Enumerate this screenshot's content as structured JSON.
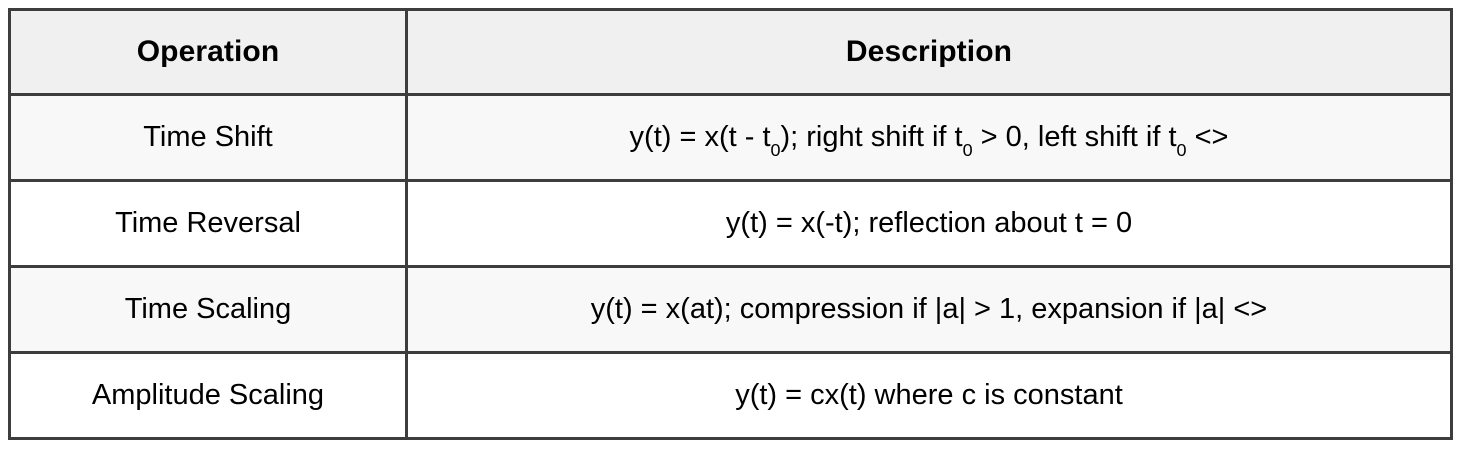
{
  "table": {
    "columns": [
      {
        "key": "operation",
        "label": "Operation"
      },
      {
        "key": "description",
        "label": "Description"
      }
    ],
    "rows": [
      {
        "operation": "Time Shift",
        "description": "y(t) = x(t - t₀); right shift if t₀ > 0, left shift if t₀ <>",
        "description_parts": [
          {
            "text": "y(t) = x(t - t",
            "sub": false
          },
          {
            "text": "0",
            "sub": true
          },
          {
            "text": "); right shift if t",
            "sub": false
          },
          {
            "text": "0",
            "sub": true
          },
          {
            "text": " > 0, left shift if t",
            "sub": false
          },
          {
            "text": "0",
            "sub": true
          },
          {
            "text": " <>",
            "sub": false
          }
        ],
        "shaded": true
      },
      {
        "operation": "Time Reversal",
        "description": "y(t) = x(-t); reflection about t = 0",
        "description_parts": [
          {
            "text": "y(t) = x(-t); reflection about t = 0",
            "sub": false
          }
        ],
        "shaded": false
      },
      {
        "operation": "Time Scaling",
        "description": "y(t) = x(at); compression if |a| > 1, expansion if |a| <>",
        "description_parts": [
          {
            "text": "y(t) = x(at); compression if |a| > 1, expansion if |a| <>",
            "sub": false
          }
        ],
        "shaded": true
      },
      {
        "operation": "Amplitude Scaling",
        "description": "y(t) = cx(t) where c is constant",
        "description_parts": [
          {
            "text": "y(t) = cx(t) where c is constant",
            "sub": false
          }
        ],
        "shaded": false
      }
    ]
  },
  "style": {
    "border_color": "#3d3d3d",
    "header_bg": "#f0f0f0",
    "row_shaded_bg": "#f8f8f8",
    "row_plain_bg": "#ffffff",
    "text_color": "#000000",
    "page_bg": "#ffffff"
  }
}
